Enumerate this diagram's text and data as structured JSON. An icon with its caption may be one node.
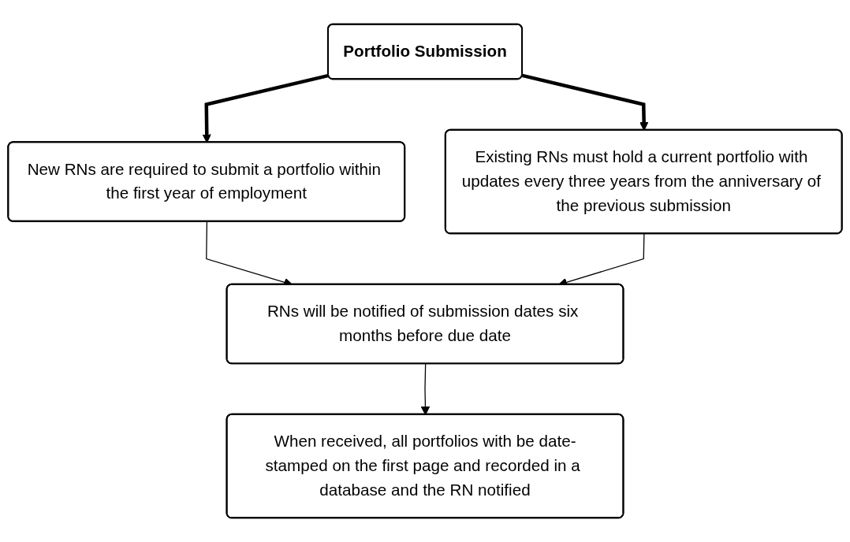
{
  "diagram": {
    "nodes": [
      {
        "text": [
          "Portfolio Submission"
        ]
      },
      {
        "text": [
          "New RNs are required to submit a portfolio within the first year of employment"
        ]
      },
      {
        "text": [
          "Existing RNs must hold a current portfolio with updates every three years from the anniversary of the previous submission"
        ]
      },
      {
        "text": [
          "RNs will be notified of submission dates six months before due date"
        ]
      },
      {
        "text": [
          "When received, all portfolios with be date-stamped on the first page and recorded in a database and the RN notified"
        ]
      }
    ],
    "edges": [
      {
        "from": 0,
        "to": 1,
        "arrow": "to",
        "style": "thick"
      },
      {
        "from": 0,
        "to": 2,
        "arrow": "to",
        "style": "thick"
      },
      {
        "from": 1,
        "to": 3,
        "arrow": "to"
      },
      {
        "from": 2,
        "to": 3,
        "arrow": "to"
      },
      {
        "from": 3,
        "to": 4,
        "arrow": "to"
      }
    ]
  }
}
